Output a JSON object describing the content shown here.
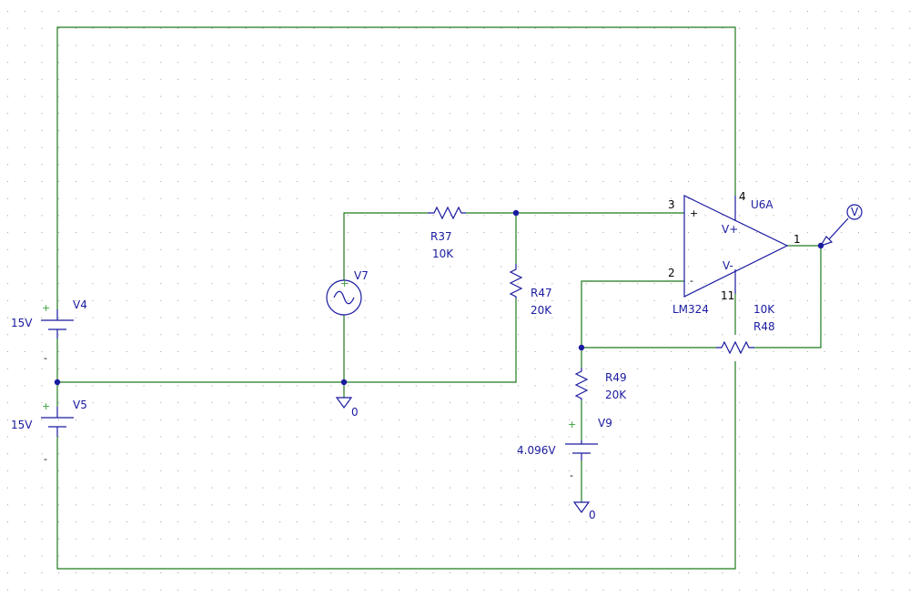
{
  "colors": {
    "wire": "#1f7a1f",
    "part": "#1a1aa0",
    "grid": "#9a9a9a",
    "pin_text": "#000000",
    "polarity_plus": "#3aa03a"
  },
  "components": {
    "v4": {
      "ref": "V4",
      "value": "15V",
      "plus": "+",
      "minus": "-"
    },
    "v5": {
      "ref": "V5",
      "value": "15V",
      "plus": "+",
      "minus": "-"
    },
    "v7": {
      "ref": "V7"
    },
    "v9": {
      "ref": "V9",
      "value": "4.096V",
      "plus": "+",
      "minus": "-"
    },
    "r37": {
      "ref": "R37",
      "value": "10K"
    },
    "r47": {
      "ref": "R47",
      "value": "20K"
    },
    "r48": {
      "ref": "R48",
      "value": "10K"
    },
    "r49": {
      "ref": "R49",
      "value": "20K"
    },
    "u6a": {
      "ref": "U6A",
      "part": "LM324",
      "in_plus": "+",
      "in_minus": "-",
      "vplus": "V+",
      "vminus": "V-",
      "pin_in_plus": "3",
      "pin_in_minus": "2",
      "pin_vplus": "4",
      "pin_vminus": "11",
      "pin_out": "1"
    }
  },
  "grounds": {
    "main": "0",
    "v9": "0"
  },
  "probe": {
    "label": "V",
    "icon": "voltage-probe-icon"
  }
}
